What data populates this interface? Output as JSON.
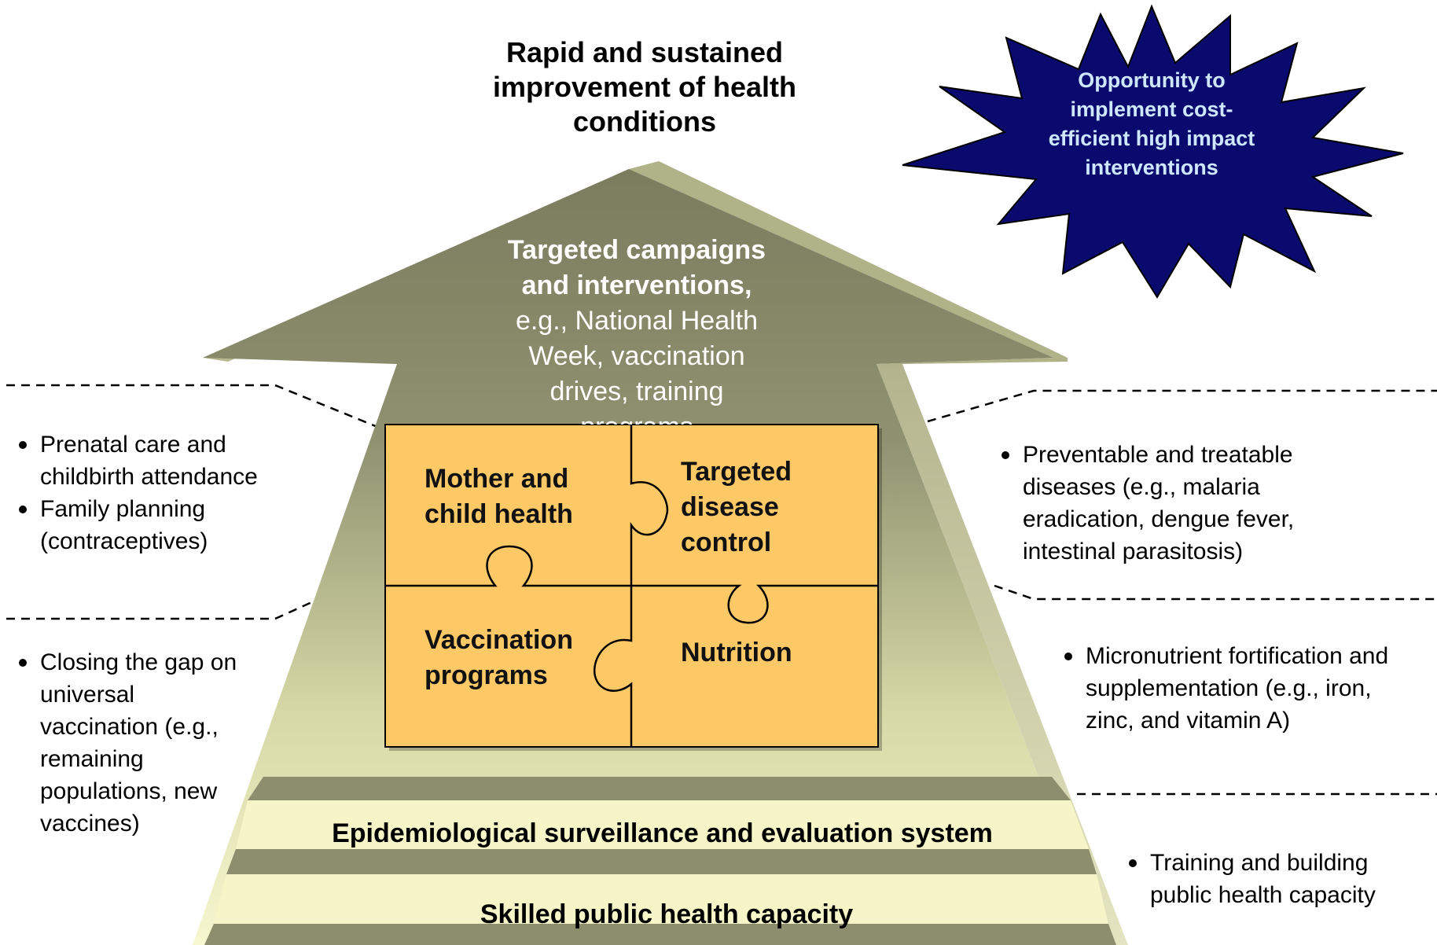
{
  "header": {
    "title_lines": [
      "Rapid and sustained",
      "improvement of health",
      "conditions"
    ]
  },
  "starburst": {
    "text_lines": [
      "Opportunity to",
      "implement cost-",
      "efficient high impact",
      "interventions"
    ],
    "fill": "#0a0a6e",
    "text_color": "#cfe6ff"
  },
  "arrow": {
    "heading_lines": [
      "Targeted campaigns",
      "and interventions,"
    ],
    "body_lines": [
      "e.g., National Health",
      "Week, vaccination",
      "drives, training",
      "programs"
    ]
  },
  "puzzle": {
    "fill": "#fdc866",
    "pieces": {
      "mother_child": [
        "Mother and",
        "child health"
      ],
      "disease": [
        "Targeted",
        "disease",
        "control"
      ],
      "vaccination": [
        "Vaccination",
        "programs"
      ],
      "nutrition": [
        "Nutrition"
      ]
    }
  },
  "left_notes": {
    "top": [
      "Prenatal care and childbirth attendance",
      "Family planning (contraceptives)"
    ],
    "bottom": [
      "Closing the gap on universal vaccination (e.g., remaining populations, new vaccines)"
    ]
  },
  "right_notes": {
    "disease": [
      "Preventable and treatable diseases (e.g., malaria eradication, dengue fever, intestinal parasitosis)"
    ],
    "nutrition": [
      "Micronutrient fortification and supplementation (e.g., iron, zinc, and vitamin A)"
    ],
    "capacity": [
      "Training and building public health capacity"
    ]
  },
  "foundation": {
    "step1": "Epidemiological surveillance and evaluation system",
    "step2": "Skilled public health capacity"
  }
}
